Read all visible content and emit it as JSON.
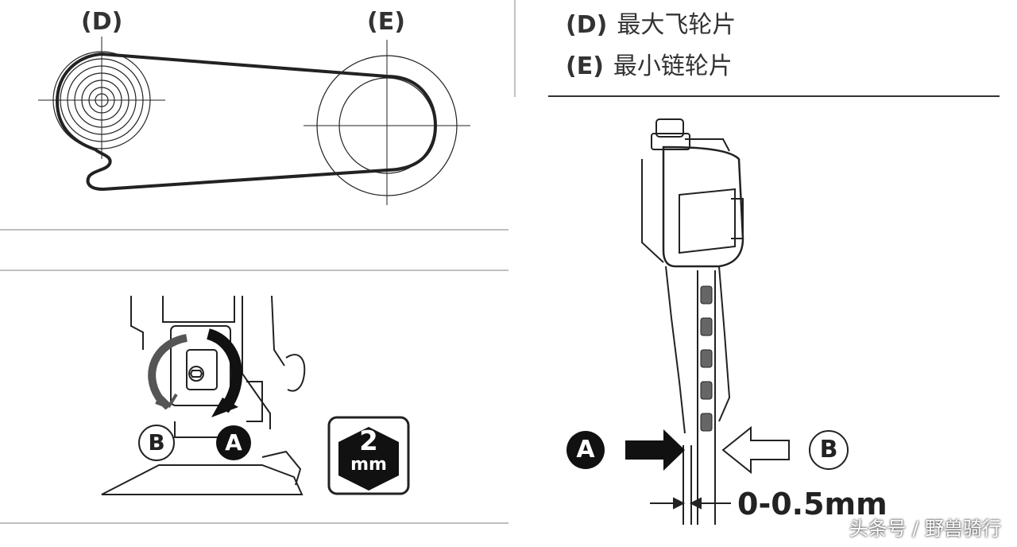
{
  "top_diagram": {
    "label_d": "(D)",
    "label_e": "(E)"
  },
  "legend": {
    "items": [
      {
        "code": "(D)",
        "text": "最大飞轮片"
      },
      {
        "code": "(E)",
        "text": "最小链轮片"
      }
    ]
  },
  "adjust_diagram": {
    "label_a": "A",
    "label_b": "B",
    "tool_value": "2",
    "tool_unit": "mm"
  },
  "side_diagram": {
    "label_a": "A",
    "label_b": "B",
    "clearance": "0-0.5mm"
  },
  "watermark": "头条号 / 野兽骑行"
}
